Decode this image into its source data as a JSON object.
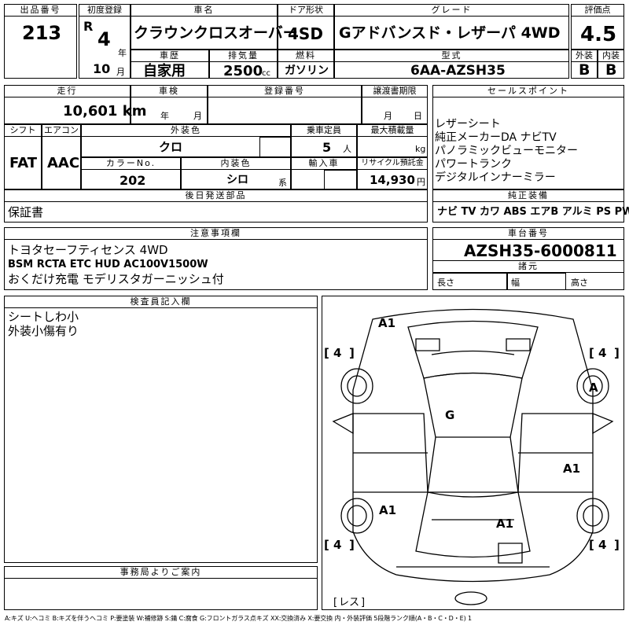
{
  "header": {
    "lot_label": "出品番号",
    "lot": "213",
    "reg_label": "初度登録",
    "era": "R",
    "year": "4",
    "year_unit": "年",
    "month": "10",
    "month_unit": "月",
    "name_label": "車名",
    "name": "クラウンクロスオーバー",
    "door_label": "ドア形状",
    "door": "4SD",
    "grade_label": "グレード",
    "grade": "Gアドバンスド・レザーパ 4WD",
    "score_label": "評価点",
    "score": "4.5",
    "ext_label": "外装",
    "ext": "B",
    "int_label": "内装",
    "int": "B",
    "history_label": "車歴",
    "history": "自家用",
    "cc_label": "排気量",
    "cc": "2500",
    "cc_unit": "cc",
    "fuel_label": "燃料",
    "fuel": "ガソリン",
    "model_label": "型式",
    "model": "6AA-AZSH35"
  },
  "row2": {
    "mileage_label": "走行",
    "mileage": "10,601 km",
    "inspection_label": "車検",
    "insp_year": "年",
    "insp_month": "月",
    "regno_label": "登録番号",
    "transfer_label": "譲渡書期限",
    "tr_month": "月",
    "tr_day": "日",
    "sales_label": "セールスポイント",
    "sales": [
      "レザーシート",
      "純正メーカーDA ナビTV",
      "パノラミックビューモニター",
      "パワートランク",
      "デジタルインナーミラー"
    ]
  },
  "row3": {
    "shift_label": "シフト",
    "shift": "FAT",
    "ac_label": "エアコン",
    "ac": "AAC",
    "color_label": "外装色",
    "color": "クロ",
    "capacity_label": "乗車定員",
    "capacity": "5",
    "capacity_unit": "人",
    "load_label": "最大積載量",
    "load_unit": "kg",
    "colorno_label": "カラーNo.",
    "colorno": "202",
    "interior_label": "内装色",
    "interior": "シロ",
    "interior_unit": "系",
    "import_label": "輸入車",
    "recycle_label": "リサイクル預託金",
    "recycle": "14,930",
    "recycle_unit": "円"
  },
  "later": {
    "label": "後日発送部品",
    "value": "保証書"
  },
  "equip": {
    "label": "純正装備",
    "value": "ナビ TV カワ ABS エアB アルミ PS PW"
  },
  "notes": {
    "label": "注意事項欄",
    "lines": [
      "トヨタセーフティセンス 4WD",
      "BSM RCTA ETC HUD AC100V1500W",
      "おくだけ充電 モデリスタガーニッシュ付"
    ]
  },
  "chassis": {
    "label": "車台番号",
    "value": "AZSH35-6000811",
    "dims_label": "諸元",
    "length": "長さ",
    "width": "幅",
    "height": "高さ"
  },
  "inspector": {
    "label": "検査員記入欄",
    "lines": [
      "シートしわ小",
      "外装小傷有り"
    ]
  },
  "diagram": {
    "marks": {
      "a1_top": "A1",
      "a_right": "A",
      "g": "G",
      "a1_right": "A1",
      "a1_left": "A1",
      "a1_bottom": "A1"
    },
    "tires": [
      "4",
      "4",
      "4",
      "4"
    ],
    "spare": "レス"
  },
  "office": {
    "label": "事務局よりご案内"
  },
  "legend": "A:キズ U:ヘコミ B:キズを伴うヘコミ P:要塗装 W:補修跡 S:錆 C:腐食 G:フロントガラス点キズ XX:交換済み X:要交換 内・外装評価 5段階ランク順(A・B・C・D・E) 1"
}
